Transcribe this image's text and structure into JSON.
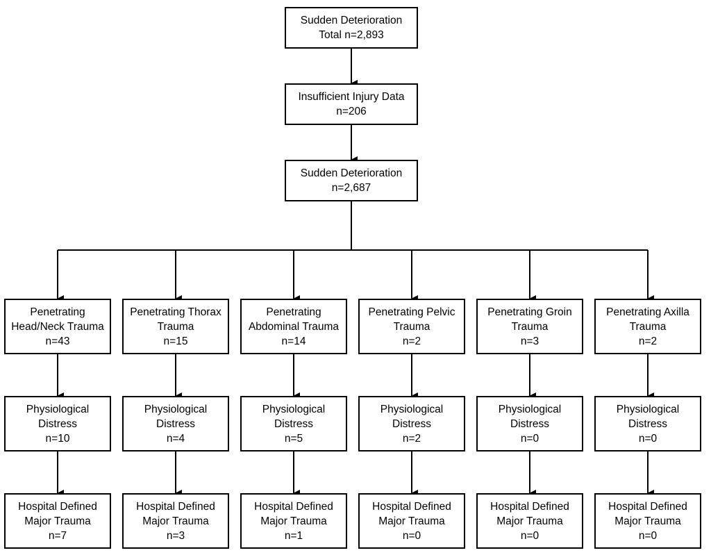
{
  "top": [
    {
      "lines": [
        "Sudden Deterioration",
        "Total n=2,893"
      ]
    },
    {
      "lines": [
        "Insufficient Injury Data",
        "n=206"
      ]
    },
    {
      "lines": [
        "Sudden Deterioration",
        "n=2,687"
      ]
    }
  ],
  "columns": [
    {
      "trauma": [
        "Penetrating",
        "Head/Neck Trauma",
        "n=43"
      ],
      "distress": [
        "Physiological",
        "Distress",
        "n=10"
      ],
      "major": [
        "Hospital Defined",
        "Major Trauma",
        "n=7"
      ]
    },
    {
      "trauma": [
        "Penetrating Thorax",
        "Trauma",
        "n=15"
      ],
      "distress": [
        "Physiological",
        "Distress",
        "n=4"
      ],
      "major": [
        "Hospital Defined",
        "Major Trauma",
        "n=3"
      ]
    },
    {
      "trauma": [
        "Penetrating",
        "Abdominal Trauma",
        "n=14"
      ],
      "distress": [
        "Physiological",
        "Distress",
        "n=5"
      ],
      "major": [
        "Hospital Defined",
        "Major Trauma",
        "n=1"
      ]
    },
    {
      "trauma": [
        "Penetrating Pelvic",
        "Trauma",
        "n=2"
      ],
      "distress": [
        "Physiological",
        "Distress",
        "n=2"
      ],
      "major": [
        "Hospital Defined",
        "Major Trauma",
        "n=0"
      ]
    },
    {
      "trauma": [
        "Penetrating Groin",
        "Trauma",
        "n=3"
      ],
      "distress": [
        "Physiological",
        "Distress",
        "n=0"
      ],
      "major": [
        "Hospital Defined",
        "Major Trauma",
        "n=0"
      ]
    },
    {
      "trauma": [
        "Penetrating Axilla",
        "Trauma",
        "n=2"
      ],
      "distress": [
        "Physiological",
        "Distress",
        "n=0"
      ],
      "major": [
        "Hospital Defined",
        "Major Trauma",
        "n=0"
      ]
    }
  ]
}
